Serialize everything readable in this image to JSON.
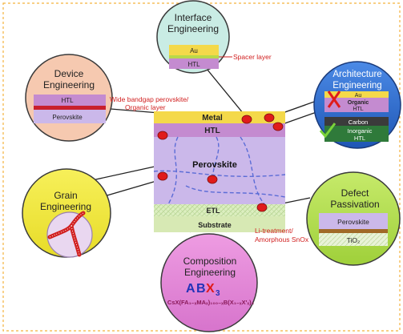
{
  "center": {
    "metal": "Metal",
    "htl": "HTL",
    "perovskite": "Perovskite",
    "etl": "ETL",
    "substrate": "Substrate"
  },
  "interface": {
    "title_line1": "Interface",
    "title_line2": "Engineering",
    "au": "Au",
    "htl": "HTL",
    "annotation": "Spacer layer"
  },
  "device": {
    "title_line1": "Device",
    "title_line2": "Engineering",
    "htl": "HTL",
    "perovskite": "Perovskite",
    "annotation_line1": "Wide bandgap perovskite/",
    "annotation_line2": "Organic layer"
  },
  "architecture": {
    "title_line1": "Architecture",
    "title_line2": "Engineering",
    "au": "Au",
    "organic_line1": "Organic",
    "organic_line2": "HTL",
    "carbon": "Carbon",
    "inorganic_line1": "Inorganic",
    "inorganic_line2": "HTL"
  },
  "grain": {
    "title_line1": "Grain",
    "title_line2": "Engineering"
  },
  "defect": {
    "title_line1": "Defect",
    "title_line2": "Passivation",
    "perovskite": "Perovskite",
    "tio2": "TiO₂",
    "annotation_line1": "Li-treatment/",
    "annotation_line2": "Amorphous SnOx"
  },
  "composition": {
    "title_line1": "Composition",
    "title_line2": "Engineering",
    "formula_a": "A",
    "formula_b": "B",
    "formula_x": "X",
    "formula_sub": "3",
    "full_formula": "CsX(FA₁₋ₓMAₓ)₁₀₀₋ₓB(X₁₋ₓX'ₓ)₃"
  },
  "colors": {
    "interface_bg": "#c9ece4",
    "device_bg": "#f6c9b0",
    "architecture_bg": "#2f6fd1",
    "grain_bg": "#f2ea3a",
    "defect_bg": "#b6e04d",
    "composition_bg": "#e58bd9",
    "metal": "#f4d94a",
    "htl": "#c48bd0",
    "perovskite": "#cbb8ea",
    "etl": "#dcefc0",
    "substrate": "#d7e9b4",
    "marker": "#e01b1b",
    "annotation": "#d12020",
    "frame": "#f3b23c"
  }
}
